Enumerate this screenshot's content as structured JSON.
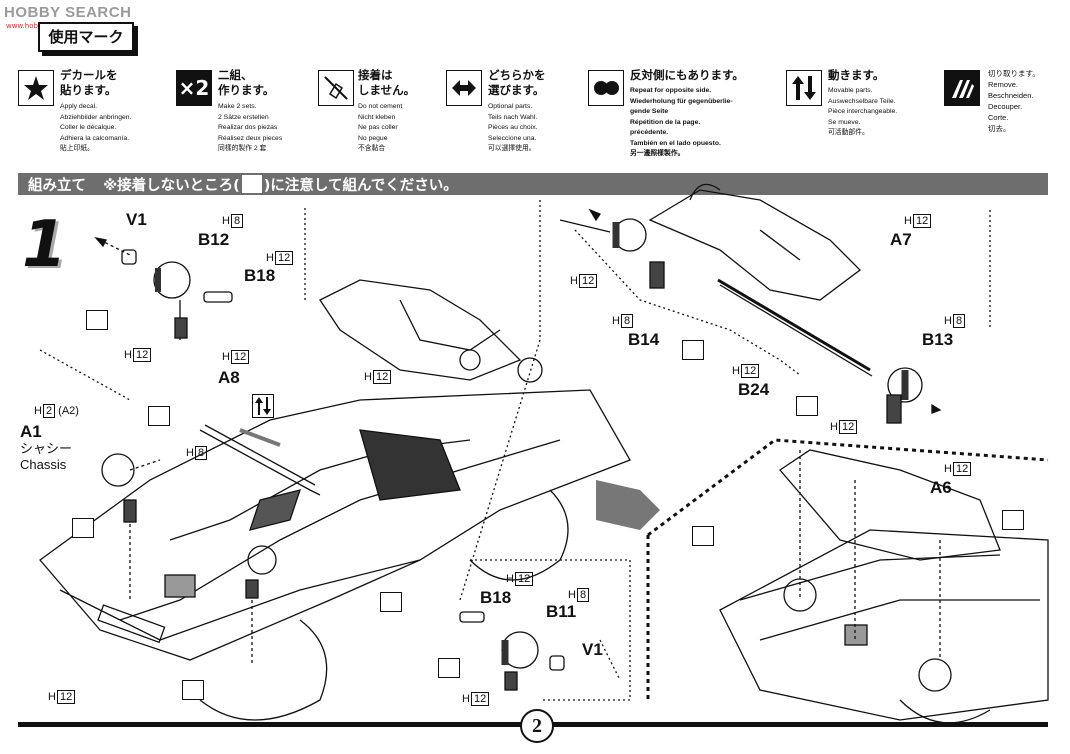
{
  "watermark": {
    "logo": "HOBBY SEARCH",
    "small": "www.hobby-search.com"
  },
  "header": {
    "marks_title": "使用マーク"
  },
  "legend": [
    {
      "icon": "star-decal-icon",
      "title": "デカールを\n貼ります。",
      "sub": "Apply decal.\nAbziehbilder anbringen.\nColler le décalque.\nAdhiera la calcomanía.\n貼上印紙。"
    },
    {
      "icon": "x2-make-two-icon",
      "title": "二組、\n作ります。",
      "sub": "Make 2 sets.\n2 Sätze erstellen\nRealizar dos piezas\nRéalisez deux pieces\n同樣的製作 2 套"
    },
    {
      "icon": "no-glue-icon",
      "title": "接着は\nしません。",
      "sub": "Do not cement\nNicht kleben\nNe pas coller\nNo pegue\n不含黏合"
    },
    {
      "icon": "choose-arrows-icon",
      "title": "どちらかを\n選びます。",
      "sub": "Optional parts.\nTeils nach Wahl.\nPièces au choix.\nSeleccione una.\n可以選擇使用。"
    },
    {
      "icon": "opposite-side-icon",
      "title": "反対側にもあります。",
      "sub": "Repeat for opposite side.\nWiederholung für gegenüberlie-\ngende Seite\nRépétition de la page.\nprécédente.\nTambién en el lado opuesto.\n另一邊照樣製作。"
    },
    {
      "icon": "movable-arrows-icon",
      "title": "動きます。",
      "sub": "Movable parts.\nAuswechselbare Teile.\nPièce interchangeable.\nSe mueve.\n可活動部件。"
    },
    {
      "icon": "cut-off-icon",
      "title": "",
      "sub": "切り取ります。\nRemove.\nBeschneiden.\nDecouper.\nCorte.\n切去。"
    }
  ],
  "assembly": {
    "title": "組み立て",
    "note_pre": "※接着しないところ(",
    "note_post": ")に注意して組んでください。"
  },
  "step": {
    "number": "1"
  },
  "labels": {
    "V1_top": "V1",
    "B12": "B12",
    "B18_top": "B18",
    "A8": "A8",
    "A1": "A1",
    "chassis_jp": "シャシー",
    "chassis_en": "Chassis",
    "B14": "B14",
    "A7": "A7",
    "B24": "B24",
    "B13": "B13",
    "A6": "A6",
    "B18_bot": "B18",
    "B11": "B11",
    "V1_bot": "V1"
  },
  "h_labels": {
    "h8_b12": "8",
    "h12_b18": "12",
    "h12_top_left": "12",
    "h12_a8": "12",
    "h2_a1": "2",
    "a2_a1": "A2",
    "h8_mid": "8",
    "h12_mid": "12",
    "h12_a7": "12",
    "h12_b14": "12",
    "h8_b14": "8",
    "h12_b24": "12",
    "h8_b13": "8",
    "h12_b13": "12",
    "h12_a6": "12",
    "h12_b18_bot": "12",
    "h8_b11": "8",
    "h12_bot_small": "12",
    "h12_bot_left": "12"
  },
  "page": {
    "number": "2"
  }
}
